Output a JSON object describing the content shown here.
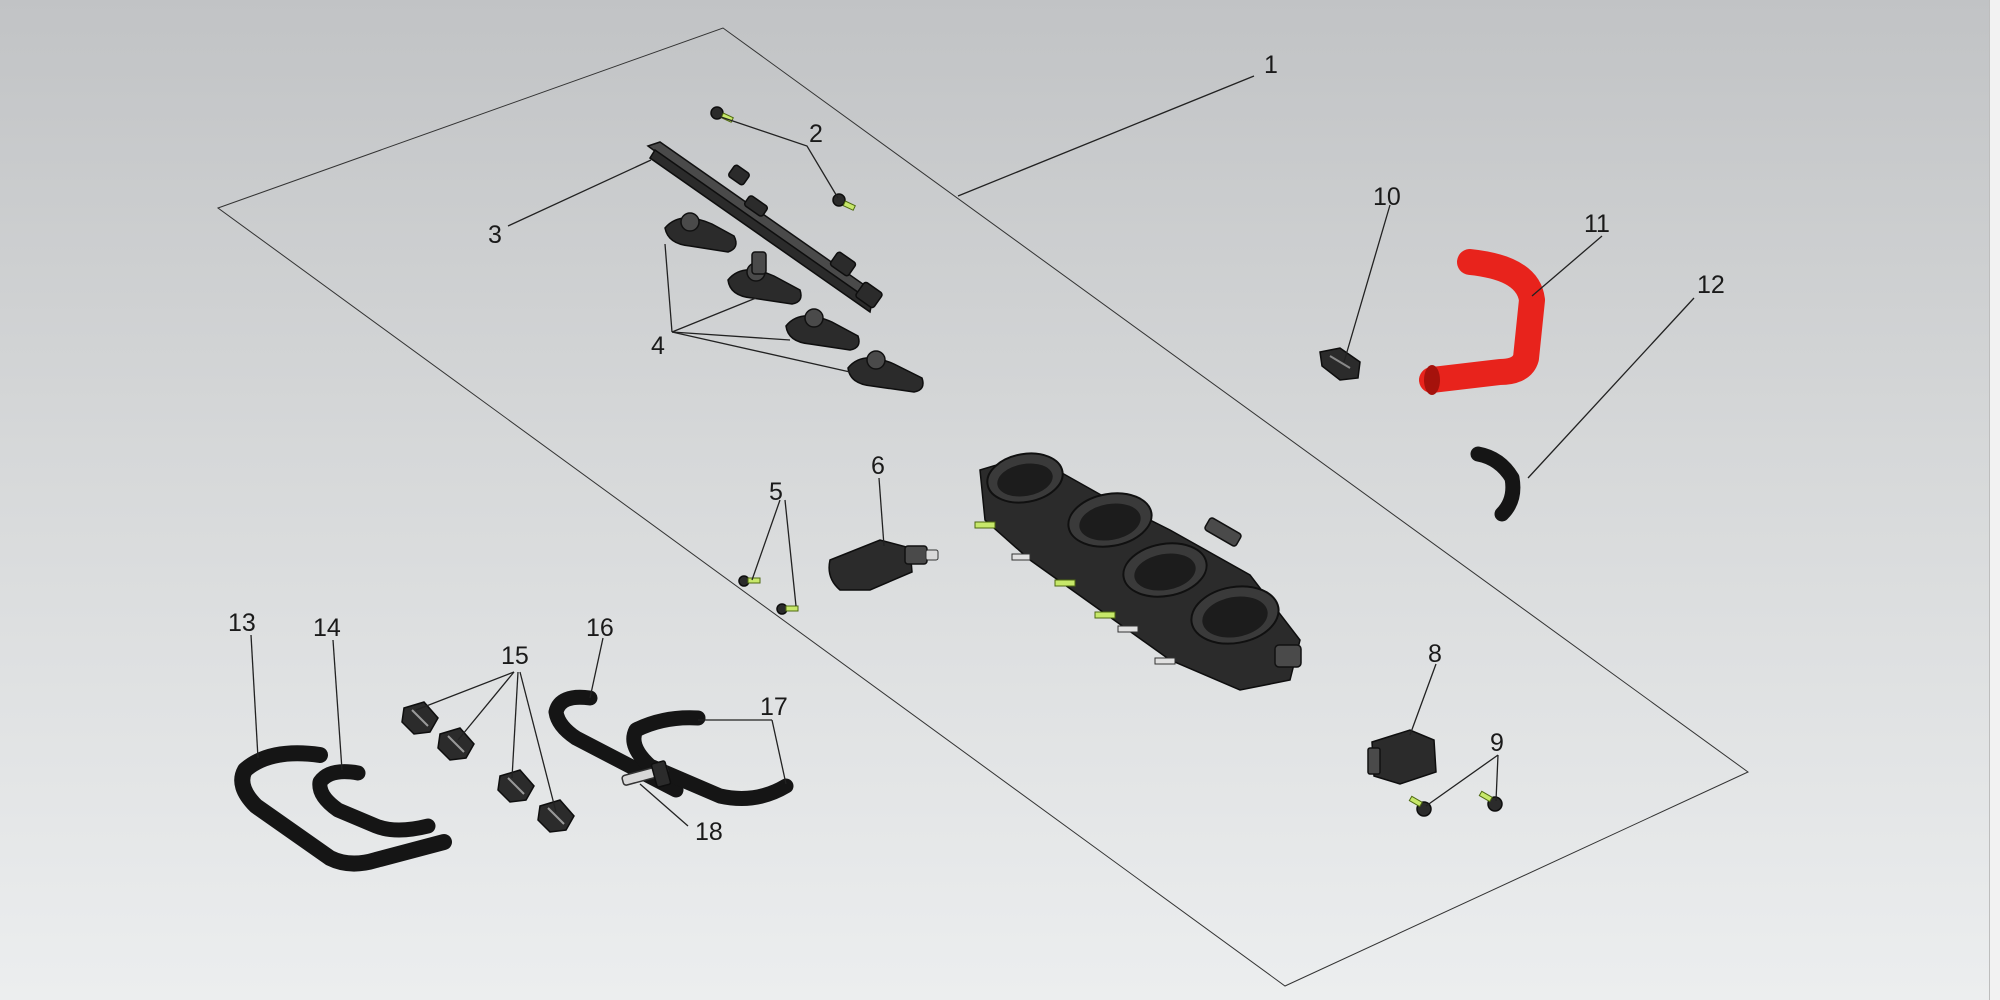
{
  "callouts": {
    "c1": "1",
    "c2": "2",
    "c3": "3",
    "c4": "4",
    "c5": "5",
    "c6": "6",
    "c8": "8",
    "c9": "9",
    "c10": "10",
    "c11": "11",
    "c12": "12",
    "c13": "13",
    "c14": "14",
    "c15": "15",
    "c16": "16",
    "c17": "17",
    "c18": "18"
  },
  "colors": {
    "highlight_part": "#e8231c",
    "fastener": "#c7e86a",
    "part_body": "#2b2b2b",
    "background_top": "#c1c3c5",
    "background_bottom": "#eceeef"
  }
}
